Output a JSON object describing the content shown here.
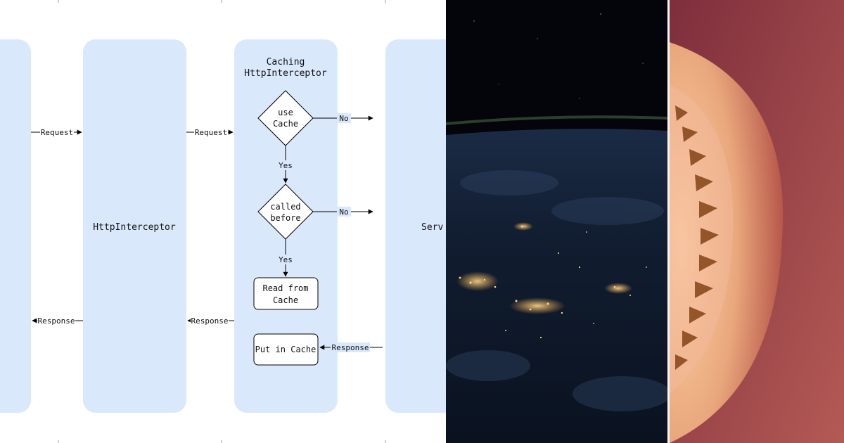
{
  "diagram": {
    "lanes": {
      "http_interceptor": "HttpInterceptor",
      "caching_title_line1": "Caching",
      "caching_title_line2": "HttpInterceptor",
      "server_partial": "Serv"
    },
    "decisions": [
      {
        "line1": "use",
        "line2": "Cache"
      },
      {
        "line1": "called",
        "line2": "before"
      }
    ],
    "processes": {
      "read_line1": "Read from",
      "read_line2": "Cache",
      "put": "Put in Cache"
    },
    "edges": {
      "request": "Request",
      "response": "Response",
      "yes": "Yes",
      "no": "No"
    }
  },
  "colors": {
    "lane_fill": "#dae8fc",
    "diagram_bg": "#ffffff",
    "earth_space": "#05070d",
    "city_lights": "#ffd27a",
    "art_background": "#8d3c46",
    "art_disc": "#e9b087",
    "art_ridges": "#8a4a1e"
  }
}
